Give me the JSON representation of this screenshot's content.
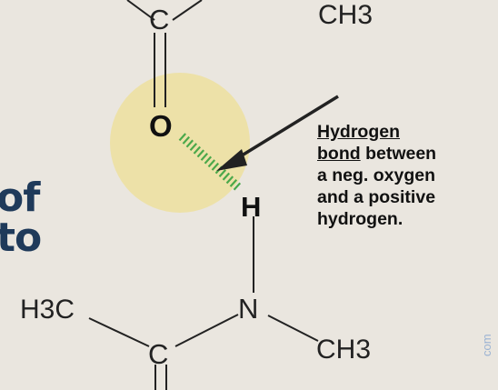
{
  "slide": {
    "line1": "of",
    "line2": "to"
  },
  "molecule": {
    "carbon_top": "C",
    "methyl_top": "CH3",
    "oxygen": "O",
    "hydrogen": "H",
    "nitrogen": "N",
    "methyl_left": "H3C",
    "carbon_bottom": "C",
    "methyl_right": "CH3"
  },
  "callout": {
    "word1": "Hydrogen",
    "word2": "bond",
    "rest_line2": " between",
    "line3": "a neg. oxygen",
    "line4": "and a positive",
    "line5": "hydrogen."
  },
  "watermark": "com",
  "colors": {
    "background": "#eae6df",
    "highlight": "#ede1a8",
    "hbond": "#4aa84a",
    "slide_text": "#1f3a5a",
    "watermark": "#9bb3d3"
  }
}
